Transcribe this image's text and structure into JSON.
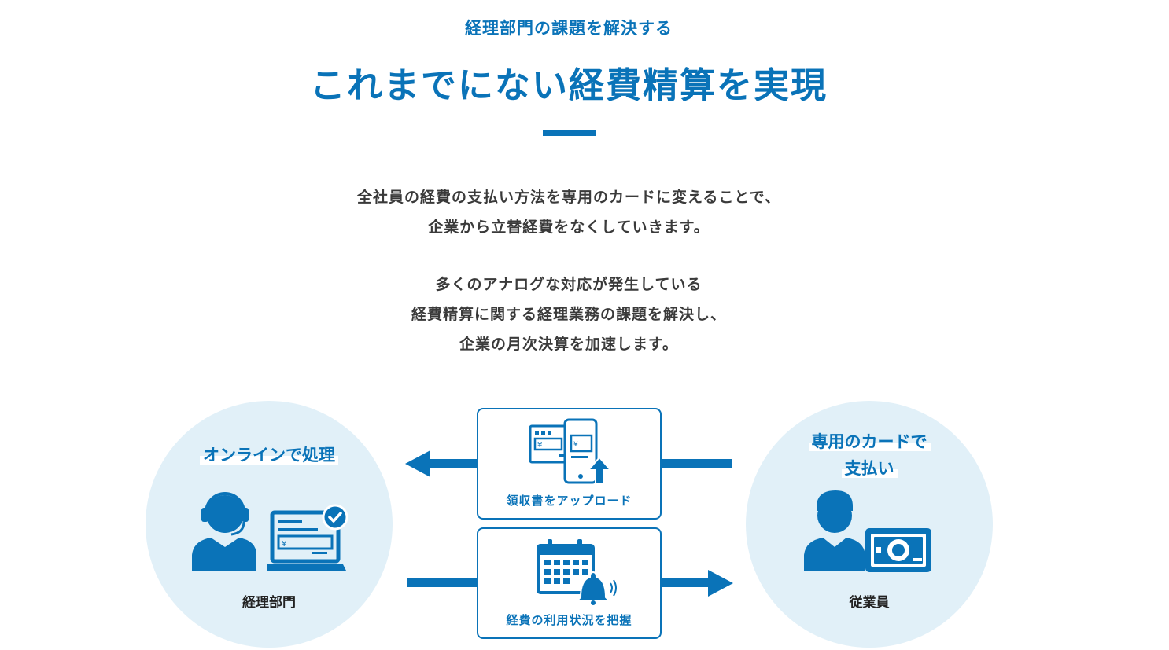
{
  "header": {
    "eyebrow": "経理部門の課題を解決する",
    "title": "これまでにない経費精算を実現"
  },
  "description": {
    "para1_line1": "全社員の経費の支払い方法を専用のカードに変えることで、",
    "para1_line2": "企業から立替経費をなくしていきます。",
    "para2_line1": "多くのアナログな対応が発生している",
    "para2_line2": "経費精算に関する経理業務の課題を解決し、",
    "para2_line3": "企業の月次決算を加速します。"
  },
  "diagram": {
    "left": {
      "title": "オンラインで処理",
      "label": "経理部門"
    },
    "right": {
      "title_line1": "専用のカードで",
      "title_line2": "支払い",
      "label": "従業員"
    },
    "box_top": {
      "label": "領収書をアップロード"
    },
    "box_bottom": {
      "label": "経費の利用状況を把握"
    }
  },
  "colors": {
    "accent": "#0a73b8",
    "circle_bg": "#e1f0f8",
    "text": "#333333"
  },
  "icons": {
    "left_person": "person-headset-icon",
    "left_laptop": "laptop-check-icon",
    "right_person": "person-icon",
    "right_card": "credit-card-icon",
    "upload": "receipt-phone-upload-icon",
    "calendar": "calendar-bell-icon"
  }
}
